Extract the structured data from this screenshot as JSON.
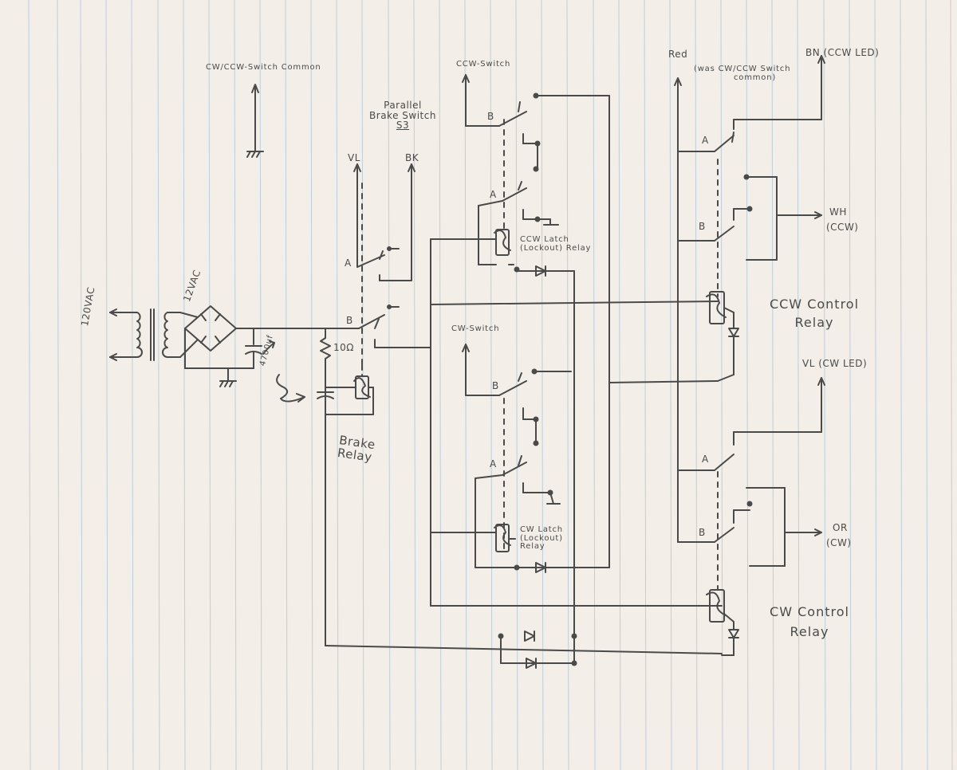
{
  "labels": {
    "cw_ccw_common": "CW/CCW-Switch Common",
    "ccw_switch": "CCW-Switch",
    "cw_switch": "CW-Switch",
    "parallel_brake_switch": [
      "Parallel",
      "Brake Switch",
      "S3"
    ],
    "brake_vl": "VL",
    "brake_bk": "BK",
    "transformer_primary": "120VAC",
    "transformer_secondary": "12VAC",
    "resistor": "10Ω",
    "capacitor": "4700uf",
    "brake_relay": [
      "Brake",
      "Relay"
    ],
    "ccw_latch_relay": [
      "CCW Latch",
      "(Lockout) Relay"
    ],
    "cw_latch_relay": [
      "CW Latch",
      "(Lockout)",
      "Relay"
    ],
    "ccw_control_relay": [
      "CCW Control",
      "Relay"
    ],
    "cw_control_relay": [
      "CW Control",
      "Relay"
    ],
    "red_wire": "Red",
    "red_note": [
      "(was CW/CCW Switch",
      "common)"
    ],
    "bn_wire": "BN (CCW LED)",
    "wh_wire": [
      "WH",
      "(CCW)"
    ],
    "vl_wire": "VL (CW LED)",
    "or_wire": [
      "OR",
      "(CW)"
    ],
    "contact_a": "A",
    "contact_b": "B"
  },
  "colors": {
    "ink": "#4a4a4a",
    "paper": "#f3efe8",
    "rule_line": "#a9bfd6",
    "margin_line": "#c9a8ae"
  }
}
